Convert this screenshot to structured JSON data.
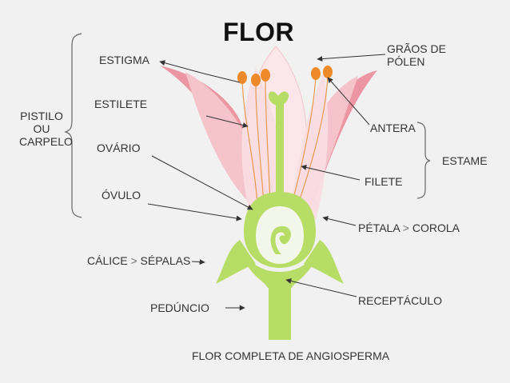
{
  "title": "FLOR",
  "caption": "FLOR COMPLETA DE ANGIOSPERMA",
  "labels": {
    "estigma": "ESTIGMA",
    "estilete": "ESTILETE",
    "ovario": "OVÁRIO",
    "ovulo": "ÓVULO",
    "pistilo_line1": "PISTILO",
    "pistilo_line2": "OU",
    "pistilo_line3": "CARPELO",
    "calice": "CÁLICE",
    "sepalas": "SÉPALAS",
    "pedunculo": "PEDÚNCIO",
    "graos_line1": "GRÃOS DE",
    "graos_line2": "PÓLEN",
    "antera": "ANTERA",
    "estame": "ESTAME",
    "filete": "FILETE",
    "petala": "PÉTALA",
    "corola": "COROLA",
    "receptaculo": "RECEPTÁCULO"
  },
  "colors": {
    "background": "#f1f1f1",
    "petal_light": "#f7d4d8",
    "petal_dark": "#e8909c",
    "stem_green": "#b8dd66",
    "anther_orange": "#ef8a2a",
    "arrow": "#333333"
  }
}
